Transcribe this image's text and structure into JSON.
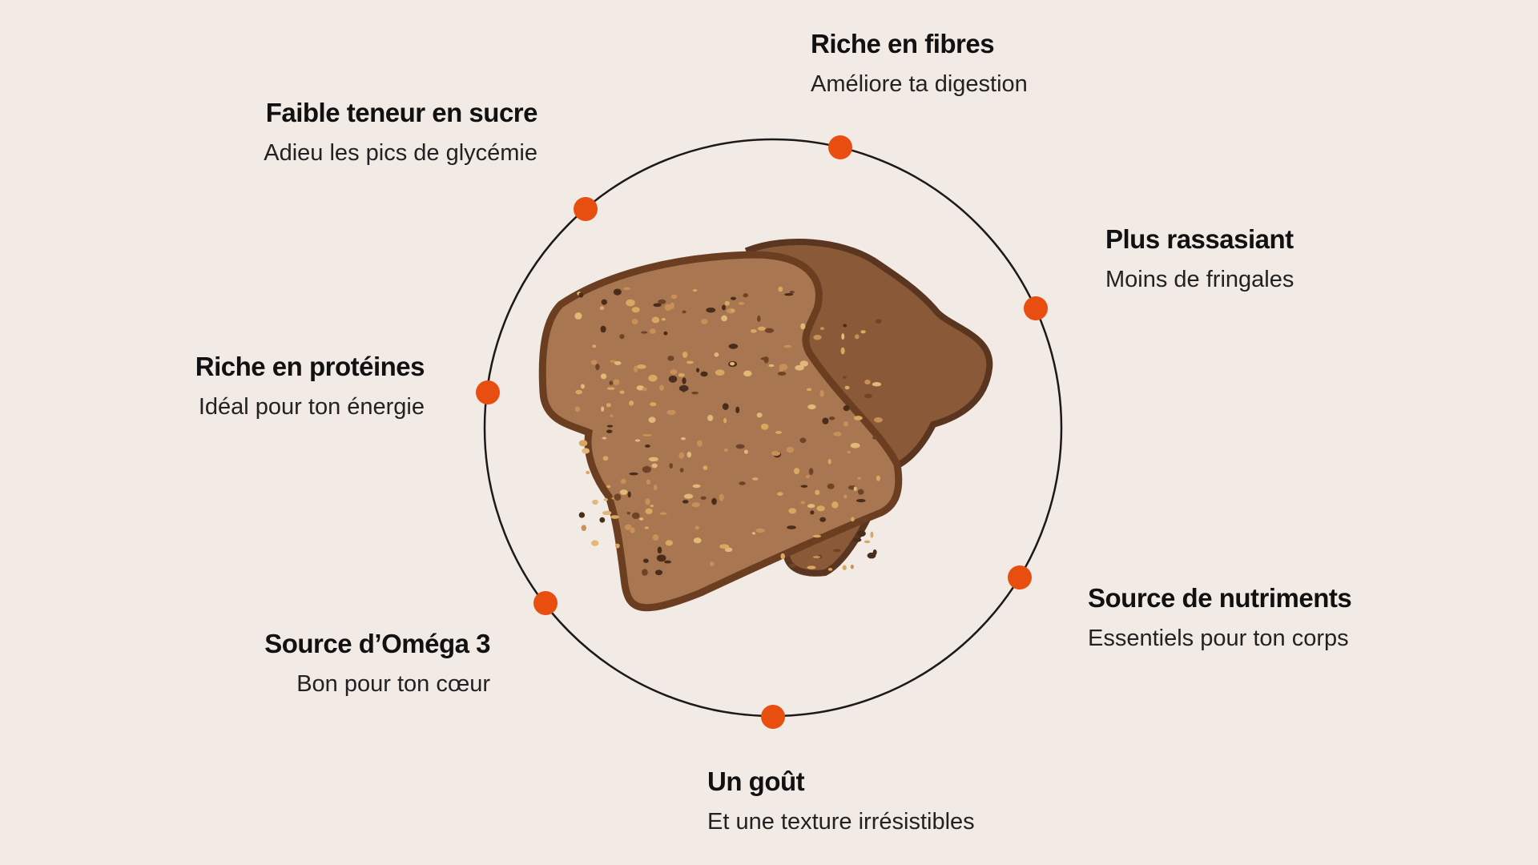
{
  "colors": {
    "background": "#F2EAE4",
    "accent": "#E84E10",
    "ring": "#1a1a1a"
  },
  "image": {
    "icon": "bread-slices-image"
  },
  "features": [
    {
      "title": "Riche en fibres",
      "subtitle": "Améliore ta digestion"
    },
    {
      "title": "Faible teneur en sucre",
      "subtitle": "Adieu les pics de glycémie"
    },
    {
      "title": "Plus rassasiant",
      "subtitle": "Moins de fringales"
    },
    {
      "title": "Riche en protéines",
      "subtitle": "Idéal pour ton énergie"
    },
    {
      "title": "Source de nutriments",
      "subtitle": "Essentiels pour ton corps"
    },
    {
      "title": "Source d’Oméga 3",
      "subtitle": "Bon pour ton cœur"
    },
    {
      "title": "Un goût",
      "subtitle": "Et une texture irrésistibles"
    }
  ]
}
